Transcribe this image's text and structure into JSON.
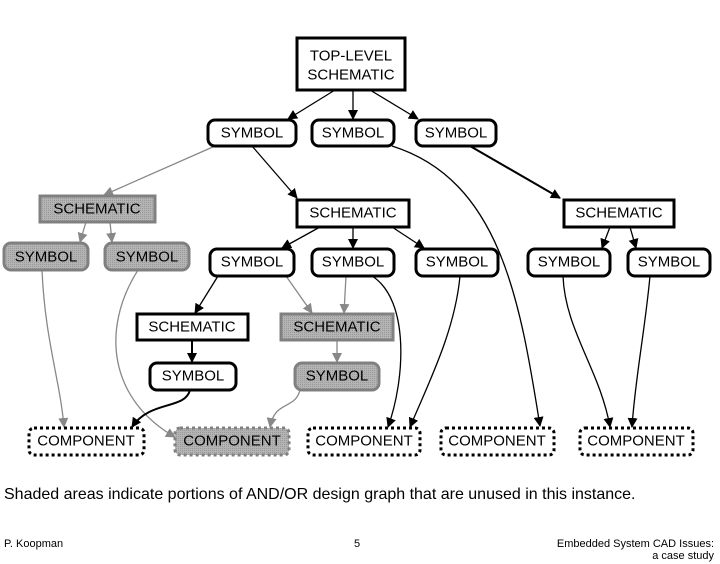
{
  "nodes": {
    "top": [
      "TOP-LEVEL",
      "SCHEMATIC"
    ],
    "schematic": "SCHEMATIC",
    "symbol": "SYMBOL",
    "component": "COMPONENT"
  },
  "caption": "Shaded areas indicate portions of AND/OR design graph that are unused in this instance.",
  "footer": {
    "author": "P. Koopman",
    "page": "5",
    "title_line1": "Embedded System CAD Issues:",
    "title_line2": "a case study"
  },
  "colors": {
    "active": "#000000",
    "unused_fill": "#a8a8a8",
    "unused_stroke": "#808080"
  }
}
